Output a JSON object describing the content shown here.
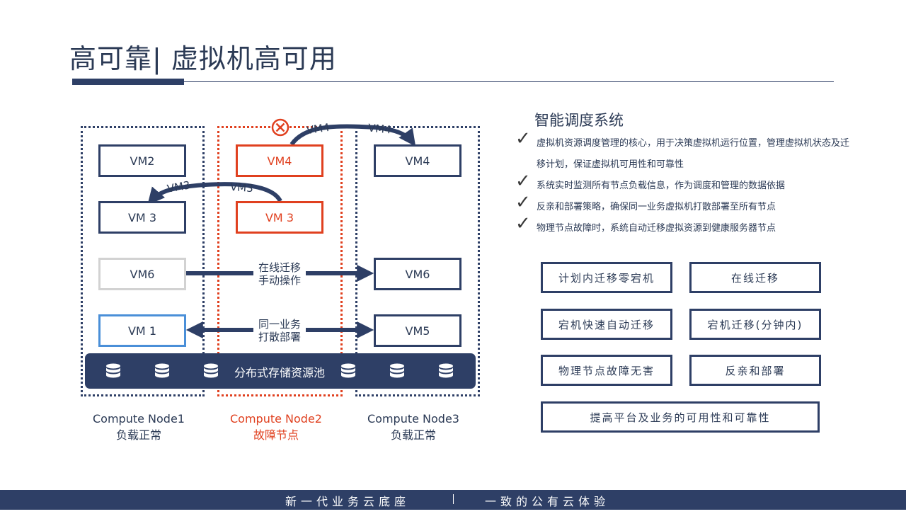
{
  "header": {
    "title": "高可靠| 虚拟机高可用"
  },
  "nodes": [
    {
      "name": "Compute Node1",
      "status": "负载正常"
    },
    {
      "name": "Compute Node2",
      "status": "故障节点"
    },
    {
      "name": "Compute Node3",
      "status": "负载正常"
    }
  ],
  "vms": {
    "n1_vm2": "VM2",
    "n1_vm3": "VM 3",
    "n1_vm6": "VM6",
    "n1_vm1": "VM 1",
    "n2_vm4": "VM4",
    "n2_vm3": "VM 3",
    "n3_vm4": "VM4",
    "n3_vm6": "VM6",
    "n3_vm5": "VM5"
  },
  "arcs": {
    "vm4_a": "VM4",
    "vm4_b": "VM4",
    "vm3_a": "VM3",
    "vm3_b": "VM3"
  },
  "arrows": {
    "live_migration": [
      "在线迁移",
      "手动操作"
    ],
    "anti_affinity": [
      "同一业务",
      "打散部署"
    ]
  },
  "storage": {
    "label": "分布式存储资源池"
  },
  "colors": {
    "primary": "#2e3f66",
    "failure": "#e0401f",
    "accent_blue": "#4a8fd8",
    "disabled_grey": "#d2d2d2"
  },
  "scheduler": {
    "title": "智能调度系统",
    "bullets": [
      "虚拟机资源调度管理的核心，用于决策虚拟机运行位置，管理虚拟机状态及迁移计划，保证虚拟机可用性和可靠性",
      "系统实时监测所有节点负载信息，作为调度和管理的数据依据",
      "反亲和部署策略，确保同一业务虚拟机打散部署至所有节点",
      "物理节点故障时，系统自动迁移虚拟资源到健康服务器节点"
    ]
  },
  "features": [
    "计划内迁移零宕机",
    "在线迁移",
    "宕机快速自动迁移",
    "宕机迁移(分钟内)",
    "物理节点故障无害",
    "反亲和部署",
    "提高平台及业务的可用性和可靠性"
  ],
  "footer": {
    "left": "新一代业务云底座",
    "right": "一致的公有云体验"
  },
  "icons": {
    "failure": "cross-circle-icon",
    "check": "check-icon",
    "storage": "database-icon"
  }
}
